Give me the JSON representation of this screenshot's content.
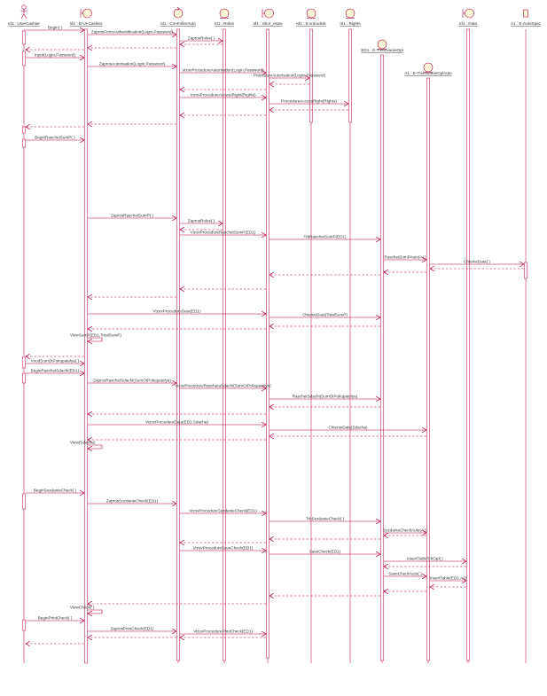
{
  "colors": {
    "line": "#b8003c",
    "fill": "#fff9d9",
    "bar": "#ffffff",
    "text": "#333333"
  },
  "participants": [
    {
      "id": "p0",
      "label": "Id1 : UserCashier",
      "shape": "actor"
    },
    {
      "id": "p1",
      "label": "Id1 : B-UI-Cashier",
      "shape": "boundary"
    },
    {
      "id": "p2",
      "label": "Id1 : ControllerAuto",
      "shape": "control"
    },
    {
      "id": "p3",
      "label": "Id1 : Roles",
      "shape": "entity"
    },
    {
      "id": "p4",
      "label": "Id1 : Sbor_essw",
      "shape": "boundary"
    },
    {
      "id": "p5",
      "label": "Id1 : E-sotrudnik",
      "shape": "entity"
    },
    {
      "id": "p6",
      "label": "Id1 : Rights",
      "shape": "entity"
    },
    {
      "id": "p7",
      "label": "ED1 : E-TrebovanieOpl",
      "shape": "entity"
    },
    {
      "id": "p8",
      "label": "A1 : E-TrebovanieOplAuto",
      "shape": "entity"
    },
    {
      "id": "p9",
      "label": "Id1 : Data",
      "shape": "boundary"
    },
    {
      "id": "p10",
      "label": "A1 : E-AutoSpec",
      "shape": "box"
    }
  ],
  "messages": [
    "Begin( )",
    "ZaprosFormAuthentification(Login,Password)",
    "ZaprosRoles( )",
    "Input(Login,Password)",
    "ZaprosAutorisation(Login,Password)",
    "VizovProcedureAutorisation(Login,Password)",
    "ProcedureAutorisation(Login,Password)",
    "VizovProcedureAccessRight(Rights)",
    "ProcedureAccessRight(Rights)",
    "BeginRaschetSumP( )",
    "ZaprosRaschetSumP( )",
    "ZaprosRoles( )",
    "VizovProcedureRaschetSumP(ED1)",
    "TrbRaschetSumP(ED1)",
    "RaschetSumPAuto(A1)",
    "ChtenieData( )",
    "VizovProcedureData(ED1)",
    "ChtenieData(TotalSumP)",
    "ViewSumP(ED1,TotalSumP)",
    "VvodSumOtPokupatelya( )",
    "BeginRaschetSdachi(ED1)",
    "ZaprosRaschetSdachi(SumOtPokupatelya)",
    "VizovProcedureRaschetaSdachi(SumOtPokupatelya)",
    "RaschetSdachi(SumOtPokupatelya)",
    "VizovProcedureData(ED1,Sdacha)",
    "ChtenieData(Sdacha)",
    "View(Sdacha)",
    "BeginSozdanieCheck( )",
    "ZaprosSozdanieCheck(ED1)",
    "VizovProcedureSozdanieCheck(ED1)",
    "TrbSozdanieCheck( )",
    "SozdanieCheckAuto(A1)",
    "VizovProcedureSaveCheck(ED1)",
    "SaveCheck(ED1)",
    "InsertTableTrbOpl( )",
    "SaveCheckAuto( )",
    "InsertTable(ED1,A1)",
    "ViewCheck( )",
    "BeginPrintCheck( )",
    "ZaprosPrintCheck(ED1)",
    "VizovProcedurePrintCheck(ED1)"
  ]
}
